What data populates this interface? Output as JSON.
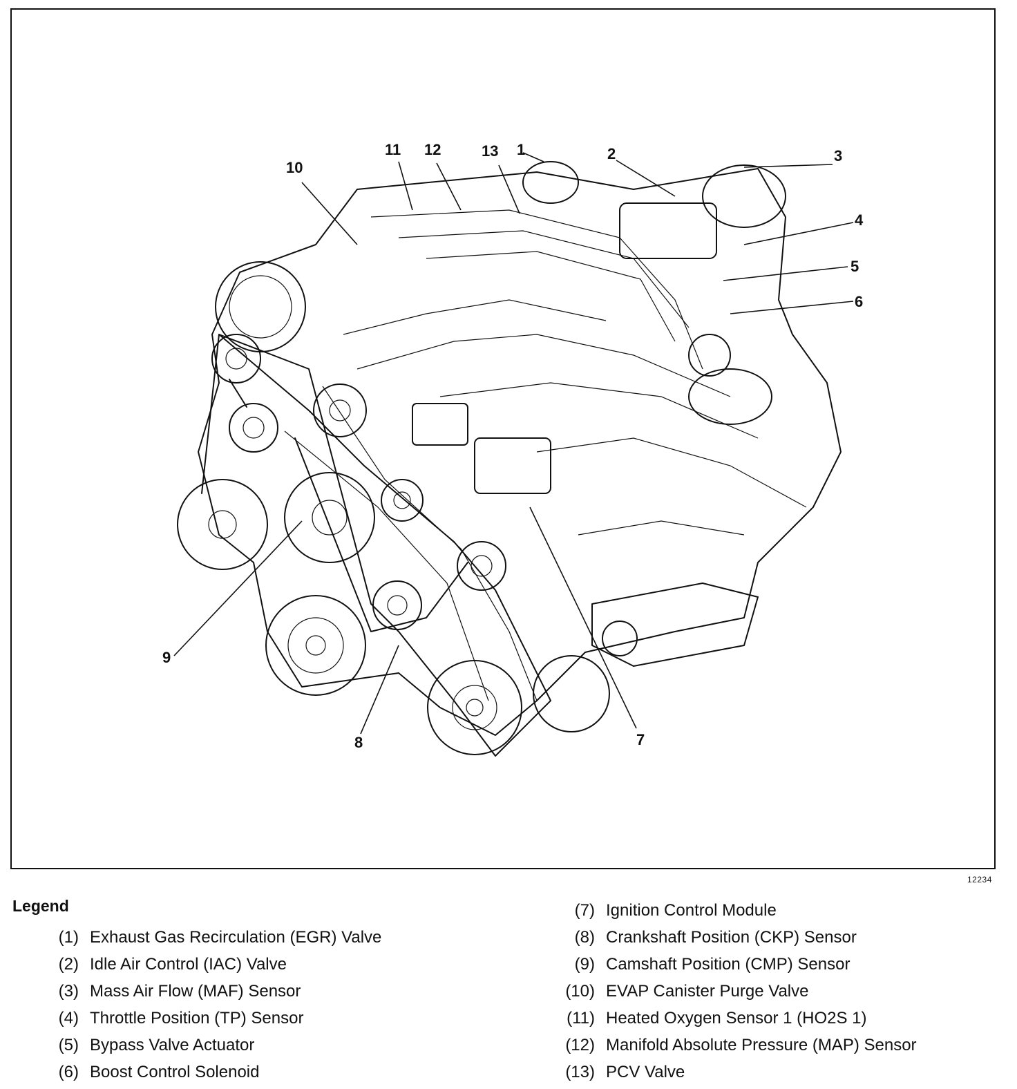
{
  "figure": {
    "figure_id": "12234",
    "callouts": [
      "1",
      "2",
      "3",
      "4",
      "5",
      "6",
      "7",
      "8",
      "9",
      "10",
      "11",
      "12",
      "13"
    ]
  },
  "legend": {
    "title": "Legend",
    "items": [
      {
        "num": "(1)",
        "label": "Exhaust Gas Recirculation (EGR) Valve"
      },
      {
        "num": "(2)",
        "label": "Idle Air Control (IAC) Valve"
      },
      {
        "num": "(3)",
        "label": "Mass Air Flow (MAF) Sensor"
      },
      {
        "num": "(4)",
        "label": "Throttle Position (TP) Sensor"
      },
      {
        "num": "(5)",
        "label": "Bypass Valve Actuator"
      },
      {
        "num": "(6)",
        "label": "Boost Control Solenoid"
      },
      {
        "num": "(7)",
        "label": "Ignition Control Module"
      },
      {
        "num": "(8)",
        "label": "Crankshaft Position (CKP) Sensor"
      },
      {
        "num": "(9)",
        "label": "Camshaft Position (CMP) Sensor"
      },
      {
        "num": "(10)",
        "label": "EVAP Canister Purge Valve"
      },
      {
        "num": "(11)",
        "label": "Heated Oxygen Sensor 1 (HO2S 1)"
      },
      {
        "num": "(12)",
        "label": "Manifold Absolute Pressure (MAP) Sensor"
      },
      {
        "num": "(13)",
        "label": "PCV Valve"
      }
    ]
  }
}
